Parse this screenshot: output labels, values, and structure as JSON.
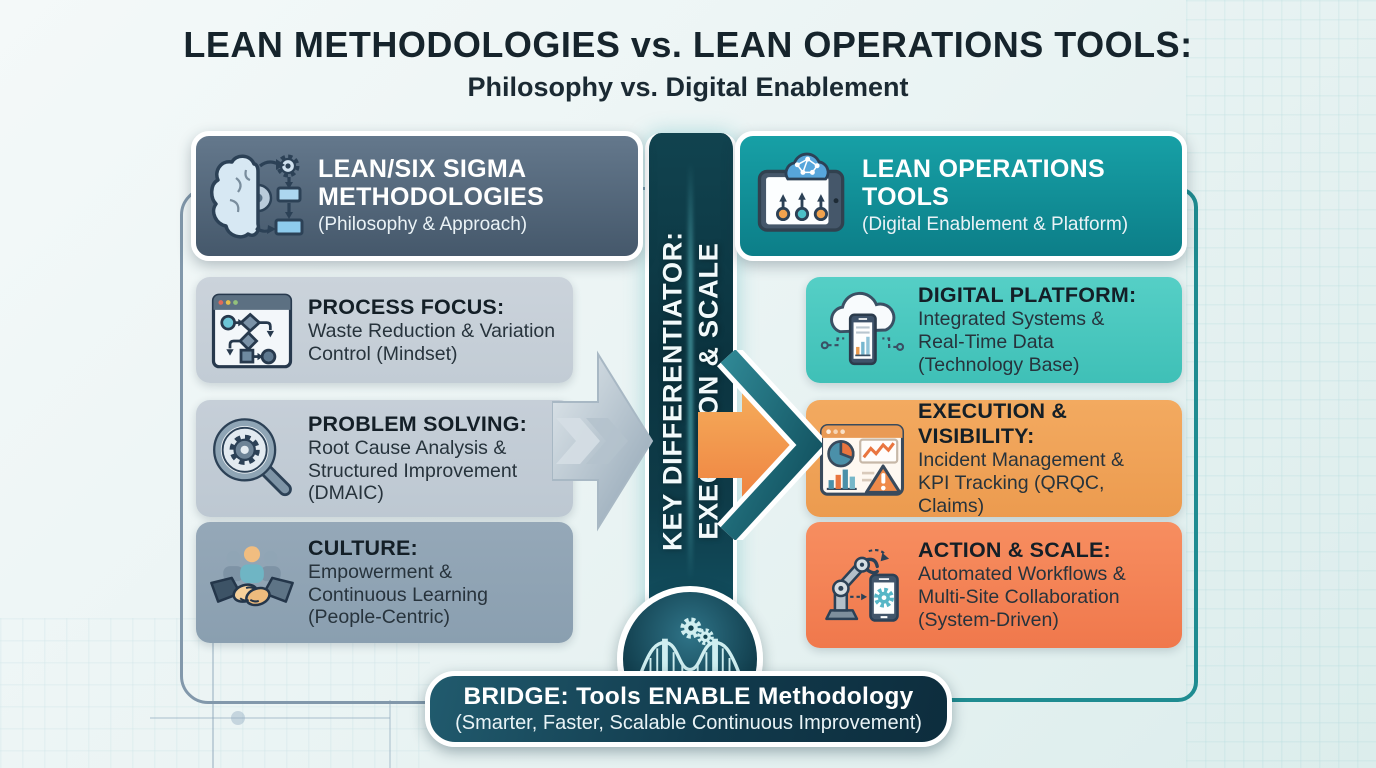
{
  "title": {
    "line1": "LEAN METHODOLOGIES vs. LEAN OPERATIONS TOOLS:",
    "line2": "Philosophy vs. Digital Enablement"
  },
  "left_panel": {
    "header": {
      "title": "LEAN/SIX SIGMA\nMETHODOLOGIES",
      "subtitle": "(Philosophy & Approach)",
      "icon": "brain-gear-flowchart-icon"
    },
    "items": [
      {
        "title": "PROCESS FOCUS:",
        "body": "Waste Reduction & Variation\nControl (Mindset)",
        "icon": "flowchart-window-icon"
      },
      {
        "title": "PROBLEM SOLVING:",
        "body": "Root Cause Analysis &\nStructured Improvement\n(DMAIC)",
        "icon": "magnifier-gear-icon"
      },
      {
        "title": "CULTURE:",
        "body": "Empowerment &\nContinuous Learning\n(People-Centric)",
        "icon": "handshake-people-icon"
      }
    ]
  },
  "center": {
    "label": "KEY DIFFERENTIATOR:\nEXECUTION & SCALE"
  },
  "right_panel": {
    "header": {
      "title": "LEAN OPERATIONS\nTOOLS",
      "subtitle": "(Digital Enablement & Platform)",
      "icon": "tablet-cloud-network-icon"
    },
    "items": [
      {
        "title": "DIGITAL PLATFORM:",
        "body": "Integrated Systems &\nReal-Time Data\n(Technology Base)",
        "icon": "cloud-device-chart-icon"
      },
      {
        "title": "EXECUTION & VISIBILITY:",
        "body": "Incident Management &\nKPI Tracking (QRQC, Claims)",
        "icon": "dashboard-alert-icon"
      },
      {
        "title": "ACTION & SCALE:",
        "body": "Automated Workflows &\nMulti-Site Collaboration\n(System-Driven)",
        "icon": "robot-arm-phone-icon"
      }
    ]
  },
  "bridge": {
    "line1": "BRIDGE: Tools ENABLE Methodology",
    "line2": "(Smarter, Faster, Scalable Continuous Improvement)",
    "icon": "bridge-gears-icon"
  },
  "colors": {
    "background": "#e8f1f1",
    "left_header": "#51657a",
    "left_item": "#c5ced7",
    "left_item_dark": "#90a4b4",
    "right_header": "#0f8e96",
    "right_item_teal": "#4ecac1",
    "right_item_orange": "#f1a45c",
    "right_item_deep_orange": "#f5845c",
    "center_band": "#0d3542",
    "bridge_bar": "#123c4e",
    "arrow_orange": "#ef7f3e",
    "text_dark": "#1a262e",
    "text_light": "#ffffff"
  }
}
